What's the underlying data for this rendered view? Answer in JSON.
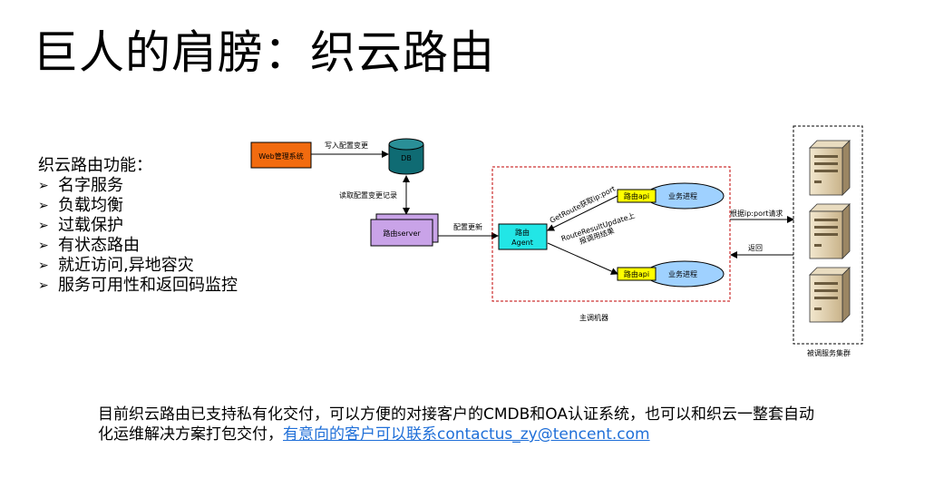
{
  "title": "巨人的肩膀：织云路由",
  "features": {
    "heading": "织云路由功能：",
    "items": [
      "名字服务",
      "负载均衡",
      "过载保护",
      "有状态路由",
      "就近访问,异地容灾",
      "服务可用性和返回码监控"
    ]
  },
  "diagram": {
    "web_admin": "Web管理系统",
    "write_config": "写入配置变更",
    "db": "DB",
    "read_config": "读取配置变更记录",
    "route_server": "路由server",
    "config_update": "配置更新",
    "agent_line1": "路由",
    "agent_line2": "Agent",
    "get_route": "GetRoute获取ip:port",
    "route_result_line1": "RouteResultUpdate上",
    "route_result_line2": "报调用结果",
    "route_api_1": "路由api",
    "biz_process_1": "业务进程",
    "route_api_2": "路由api",
    "biz_process_2": "业务进程",
    "main_machine": "主调机器",
    "request_by_ip": "根据ip:port请求",
    "return": "返回",
    "called_cluster": "被调服务集群"
  },
  "footer": {
    "line1": "目前织云路由已支持私有化交付，可以方便的对接客户的CMDB和OA认证系统，也可以和织云一整套自动",
    "line2_prefix": "化运维解决方案打包交付，",
    "contact_link": "有意向的客户可以联系contactus_zy@tencent.com"
  },
  "colors": {
    "web_admin_fill": "#f26b0f",
    "db_fill": "#0f6b73",
    "route_server_fill": "#c9a3e8",
    "agent_fill": "#22e6e6",
    "route_api_fill": "#ffff00",
    "biz_process_fill": "#9fd1ff",
    "main_border": "#c00000",
    "link": "#1f6fd8"
  },
  "icons": [
    "arrow-bullet-icon",
    "server-icon",
    "db-cylinder-icon"
  ]
}
